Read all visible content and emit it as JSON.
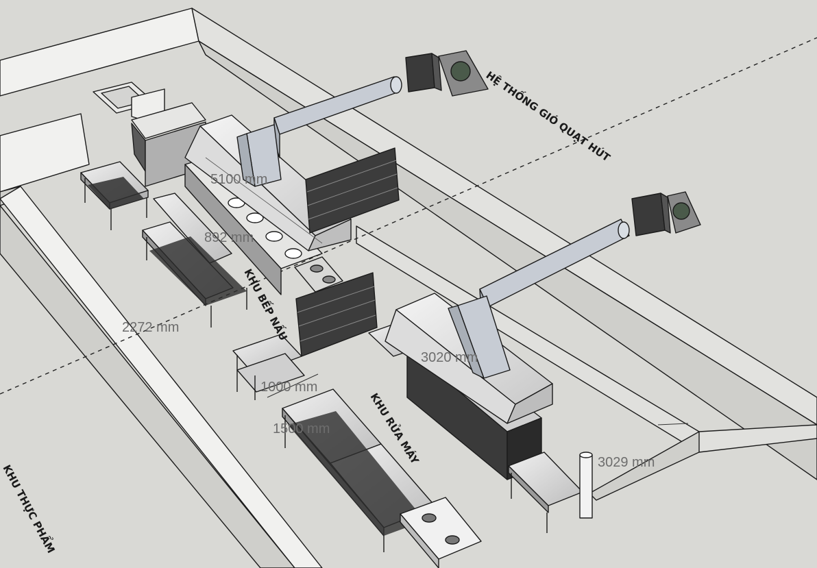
{
  "dimensions": {
    "hood1_length": "5100 mm",
    "front_counter": "892 mm",
    "aisle_width": "2272 mm",
    "hood2_length": "3020 mm",
    "shelf_width": "1000 mm",
    "table_length": "1500 mm",
    "wall_offset": "3029 mm"
  },
  "labels": {
    "exhaust_system": "HỆ THỐNG GIÓ QUẠT HÚT",
    "cooking_zone": "KHU BẾP NẤU",
    "dishwash_zone": "KHU RỬA MÁY",
    "food_zone": "KHU THỰC PHẨM"
  },
  "colors": {
    "floor": "#d9d9d5",
    "wall_top": "#f2f2f0",
    "wall_side": "#c9c9c5",
    "steel_light": "#e8e8e6",
    "steel_mid": "#b7bcc2",
    "duct": "#c5cbd3",
    "dark_shelf": "#3c3c3c",
    "dim_text": "#6d6d6d"
  }
}
